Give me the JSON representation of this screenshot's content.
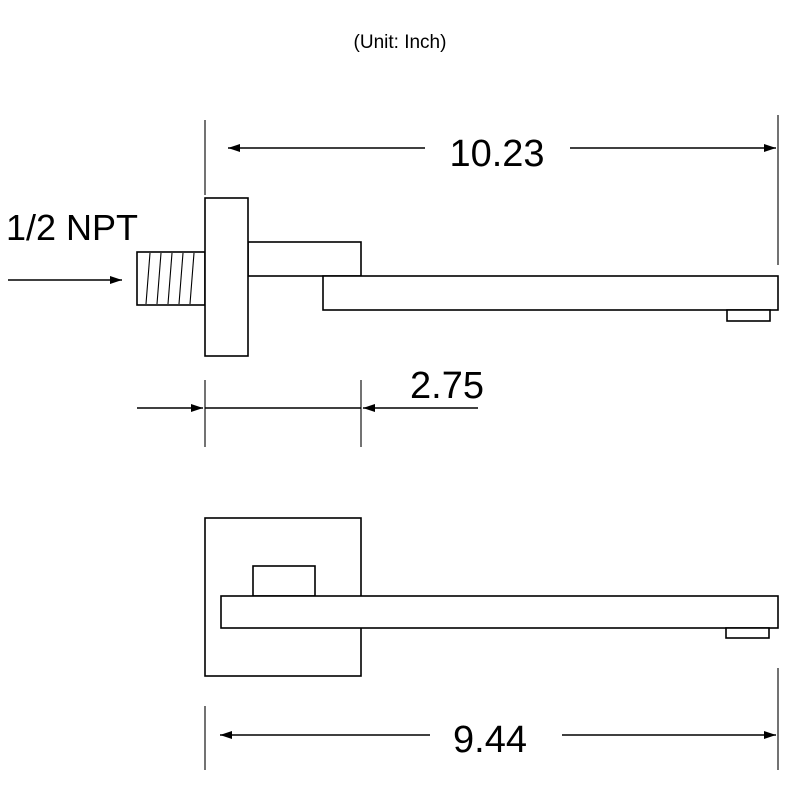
{
  "unit_note": "(Unit: Inch)",
  "labels": {
    "thread": "1/2 NPT",
    "overall_length_side": "10.23",
    "flange_to_inlet": "2.75",
    "overall_length_top": "9.44"
  },
  "colors": {
    "line": "#000000",
    "background": "#ffffff"
  }
}
